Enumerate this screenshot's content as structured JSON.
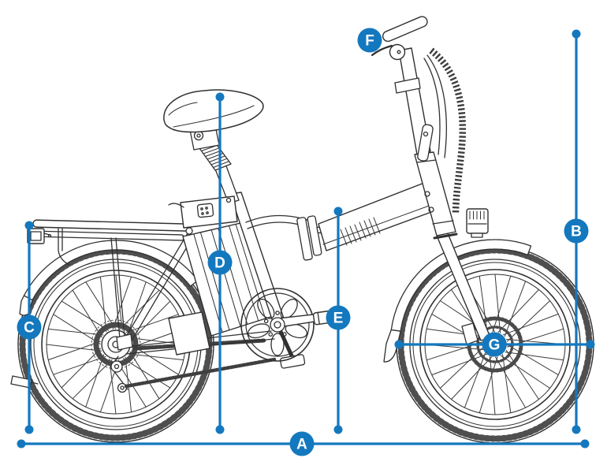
{
  "diagram": {
    "background_color": "#ffffff",
    "accent_color": "#1478be",
    "ink_color": "#303030",
    "markers": [
      {
        "label": "A",
        "orientation": "horizontal"
      },
      {
        "label": "B",
        "orientation": "vertical"
      },
      {
        "label": "C",
        "orientation": "vertical"
      },
      {
        "label": "D",
        "orientation": "vertical"
      },
      {
        "label": "E",
        "orientation": "vertical"
      },
      {
        "label": "F",
        "orientation": "none"
      },
      {
        "label": "G",
        "orientation": "horizontal"
      }
    ]
  }
}
